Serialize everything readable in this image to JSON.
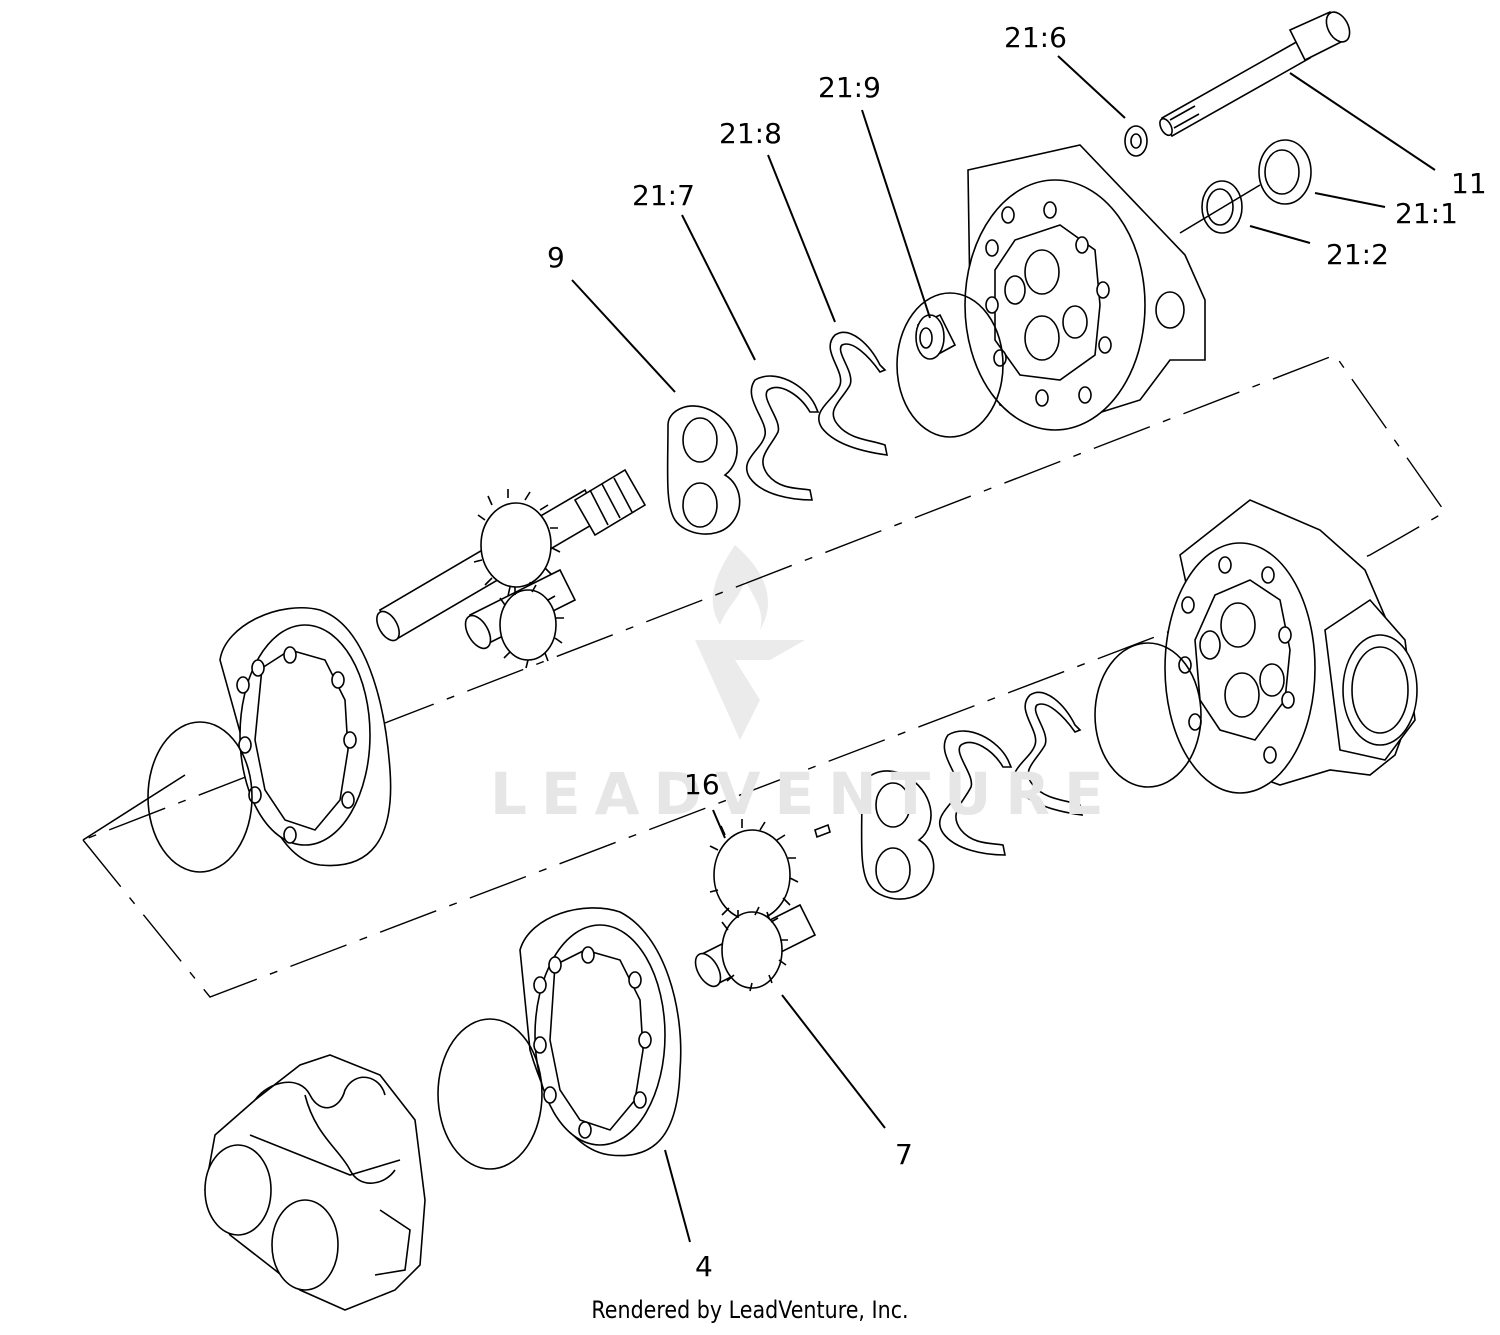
{
  "callouts": {
    "c21_6": "21:6",
    "c21_9": "21:9",
    "c21_8": "21:8",
    "c21_7": "21:7",
    "c9": "9",
    "c11": "11",
    "c21_1": "21:1",
    "c21_2": "21:2",
    "c16": "16",
    "c7": "7",
    "c4": "4"
  },
  "watermark": "LEADVENTURE",
  "footer": "Rendered by LeadVenture, Inc."
}
